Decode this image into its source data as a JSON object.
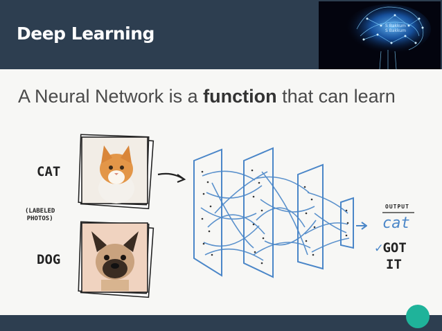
{
  "header": {
    "title": "Deep Learning",
    "logo_text": [
      "S Bakkum",
      "S Bakkum"
    ]
  },
  "slide": {
    "subtitle_before": "A Neural Network is a ",
    "subtitle_bold": "function",
    "subtitle_after": " that can learn",
    "label_cat": "CAT",
    "label_dog": "DOG",
    "labeled_line1": "(LABELED",
    "labeled_line2": "PHOTOS)",
    "output_title": "OUTPUT",
    "output_value": "cat",
    "check_mark": "✓",
    "got_it_line1": "GOT",
    "got_it_line2": "IT"
  },
  "colors": {
    "header_bg": "#2d3e50",
    "accent_teal": "#1fb39a",
    "network_blue": "#4a86c8"
  }
}
